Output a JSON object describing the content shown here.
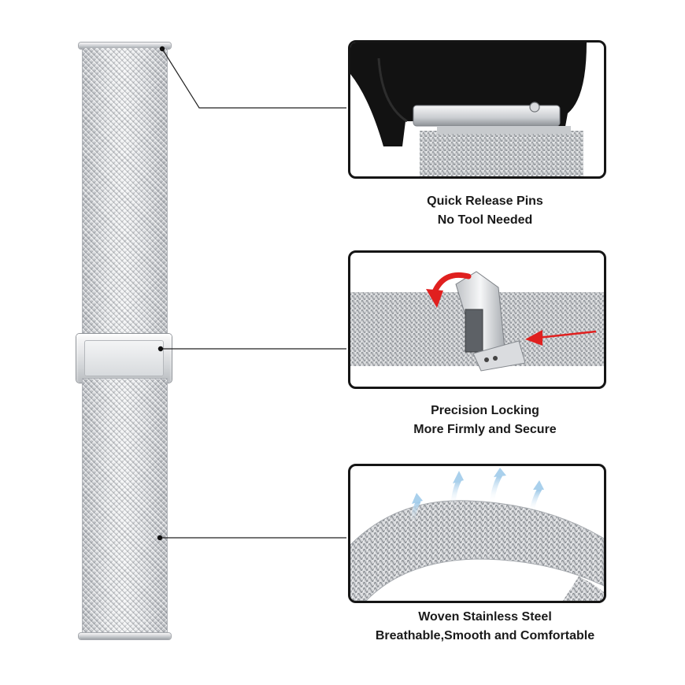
{
  "features": [
    {
      "line1": "Quick Release Pins",
      "line2": "No Tool Needed"
    },
    {
      "line1": "Precision Locking",
      "line2": "More Firmly and Secure"
    },
    {
      "line1": "Woven Stainless Steel",
      "line2": "Breathable,Smooth and Comfortable"
    }
  ],
  "colors": {
    "background": "#ffffff",
    "steel": "#d3d5d8",
    "panel_border": "#151515",
    "arrow": "#e0201f",
    "watch_body": "#111111"
  },
  "icons": [
    "curved-arrow-icon",
    "pointer-arrow-icon",
    "airflow-arrow-icon"
  ]
}
